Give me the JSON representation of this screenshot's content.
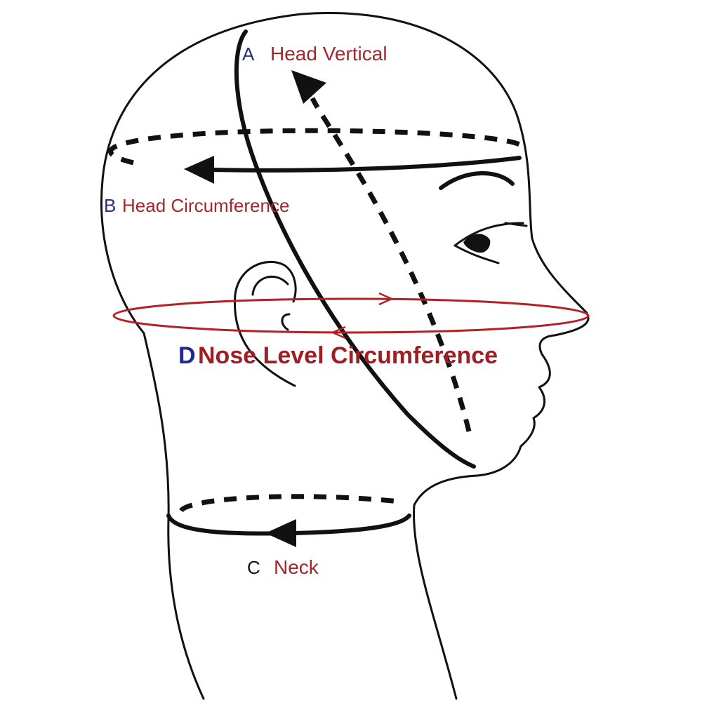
{
  "labels": {
    "a": {
      "letter": "A",
      "title": "Head Vertical"
    },
    "b": {
      "letter": "B",
      "title": "Head Circumference"
    },
    "c": {
      "letter": "C",
      "title": "Neck"
    },
    "d": {
      "letter": "D",
      "title": "Nose Level Circumference"
    }
  },
  "colors": {
    "outline": "#111111",
    "letter_blue": "#2a2f7e",
    "title_red": "#a0282c",
    "d_letter_blue": "#1f2a8c",
    "d_title_red": "#9e1f23",
    "nose_ring": "#b32025",
    "letter_black": "#111111"
  }
}
